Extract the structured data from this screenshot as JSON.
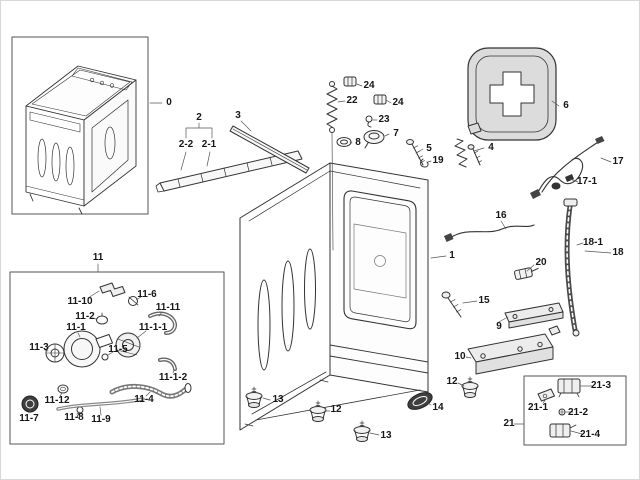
{
  "figure": {
    "kind": "exploded-parts-diagram"
  },
  "colors": {
    "line": "#333333",
    "leader": "#555555",
    "label": "#161616",
    "fill_light": "#ececec",
    "fill_dark": "#3f3f3f",
    "background": "#ffffff"
  },
  "callouts": {
    "p0": "0",
    "p1": "1",
    "p2": "2",
    "p2_1": "2-1",
    "p2_2": "2-2",
    "p3": "3",
    "p4": "4",
    "p5": "5",
    "p6": "6",
    "p7": "7",
    "p8": "8",
    "p9": "9",
    "p10": "10",
    "p11": "11",
    "p11_1": "11-1",
    "p11_1_1": "11-1-1",
    "p11_1_2": "11-1-2",
    "p11_2": "11-2",
    "p11_3": "11-3",
    "p11_4": "11-4",
    "p11_5": "11-5",
    "p11_6": "11-6",
    "p11_7": "11-7",
    "p11_8": "11-8",
    "p11_9": "11-9",
    "p11_10": "11-10",
    "p11_11": "11-11",
    "p11_12": "11-12",
    "p12a": "12",
    "p12b": "12",
    "p13a": "13",
    "p13b": "13",
    "p14": "14",
    "p15": "15",
    "p16": "16",
    "p17": "17",
    "p17_1": "17-1",
    "p18": "18",
    "p18_1": "18-1",
    "p19": "19",
    "p20": "20",
    "p21": "21",
    "p21_1": "21-1",
    "p21_2": "21-2",
    "p21_3": "21-3",
    "p21_4": "21-4",
    "p22": "22",
    "p23": "23",
    "p24a": "24",
    "p24b": "24"
  }
}
